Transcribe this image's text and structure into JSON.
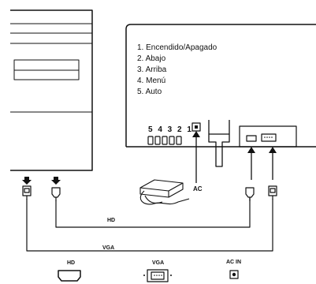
{
  "menu_list": [
    "1. Encendido/Apagado",
    "2. Abajo",
    "3. Arriba",
    "4. Menú",
    "5. Auto"
  ],
  "button_numbers": "5 4 3 2 1",
  "labels": {
    "ac": "AC",
    "hd": "HD",
    "vga": "VGA"
  },
  "legend": {
    "hd": "HD",
    "vga": "VGA",
    "ac_in": "AC IN"
  }
}
